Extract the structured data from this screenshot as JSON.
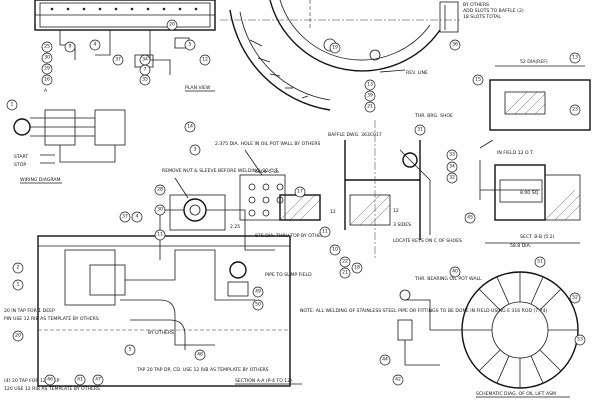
{
  "notes": {
    "by_others_top": "BY OTHERS",
    "add_slots": "ADD SLOTS TO BAFFLE (2)",
    "slots_total": "18 SLOTS TOTAL",
    "plan_view": "PLAN VIEW",
    "rev_line": "REV. LINE",
    "wiring_diagram": "WIRING DIAGRAM",
    "start": "START",
    "stop": "STOP",
    "remove_nut": "REMOVE NUT & SLEEVE BEFORE WELDING, 12 O.T.",
    "hole_note": "2.375 DIA. HOLE IN OIL POT WALL BY OTHERS",
    "part_4804": "4804-C 3a",
    "baffle_dwg": "BAFFLE DWG. 363C017",
    "thr_brg_shoe": "THR. BRG. SHOE",
    "in_field": "IN FIELD 12 O.T.",
    "dim_sq": "8.00 SQ.",
    "sect_bb": "SECT. B-B (5:2)",
    "dim_1": "52 DIA(REF)",
    "dim_2": "58.8 DIA.",
    "shoes_note": "3 SIDES",
    "locate_keys": "LOCATE KEYS ON C OF SHOES",
    "dia_thru": "875 DIA. THRU TOP BY OTHERS",
    "pipe_to_sump": "PIPE TO SUMP FIELD",
    "stainless_note": "NOTE: ALL WELDING OF STAINLESS STEEL PIPE OR FITTINGS TO BE DONE IN FIELD USING E 316 ROD (7.74)",
    "tap_left_1": "20 IN TAP FOR 1 DEEP",
    "tap_left_2": "PIN USE 12 RIB AS TEMPLATE BY OTHERS",
    "tap_left_3": "(4) 20 TAP FOR 12 DEEP",
    "tap_left_4": "120 USE 12 RIB AS TEMPLATE BY OTHERS",
    "tap_bottom": "TAP 20 TAP DP, CD. USE 12 RIB AS TEMPLATE BY OTHERS",
    "by_others_mid": "BY OTHERS",
    "section_aa": "SECTION A-A (P-4 TO 12)",
    "thr_bearing": "THR. BEARING OIL POT WALL",
    "schematic": "SCHEMATIC DIAG. OF OIL LIFT ASM",
    "view_a": "A",
    "dim_12": "12",
    "dim_12b": "12",
    "dim_2_25": "2.25",
    "bubbles": {
      "b1": "1",
      "b2": "2",
      "b3": "3",
      "b4": "4",
      "b5": "5",
      "b6": "6",
      "b7": "7",
      "b8": "8",
      "b9": "9",
      "b10": "10",
      "b11": "11",
      "b12": "12",
      "b13": "13",
      "b14": "14",
      "b15": "15",
      "b16": "16",
      "b17": "17",
      "b18": "18",
      "b19": "19",
      "b20": "20",
      "b21": "21",
      "b22": "22",
      "b23": "23",
      "b24": "24",
      "b25": "25",
      "b26": "26",
      "b27": "27",
      "b28": "28",
      "b29": "29",
      "b30": "30",
      "b31": "31",
      "b32": "32",
      "b33": "33",
      "b34": "34",
      "b35": "35",
      "b36": "36",
      "b37": "37",
      "b38": "38",
      "b39": "39",
      "b40": "40",
      "b41": "41",
      "b42": "42",
      "b43": "43",
      "b44": "44",
      "b45": "45",
      "b46": "46",
      "b47": "47",
      "b48": "48",
      "b49": "49",
      "b50": "50",
      "b51": "51",
      "b52": "52",
      "b53": "53"
    }
  }
}
